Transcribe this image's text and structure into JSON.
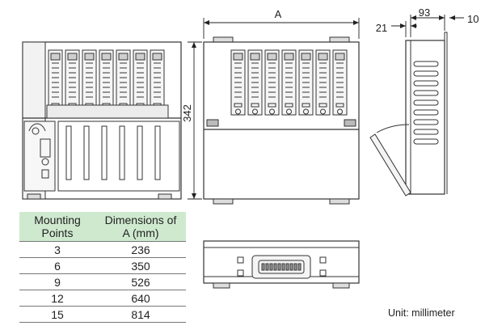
{
  "dimensions": {
    "width_label": "A",
    "height_label": "342",
    "depth_label": "93",
    "front_offset_label": "21",
    "rear_offset_label": "10"
  },
  "table": {
    "headers": [
      [
        "Mounting",
        "Points"
      ],
      [
        "Dimensions of",
        "A (mm)"
      ]
    ],
    "rows": [
      [
        "3",
        "236"
      ],
      [
        "6",
        "350"
      ],
      [
        "9",
        "526"
      ],
      [
        "12",
        "640"
      ],
      [
        "15",
        "814"
      ]
    ]
  },
  "unit_label": "Unit: millimeter",
  "colors": {
    "header_fill": "#cfe9cf",
    "line": "#333333"
  }
}
